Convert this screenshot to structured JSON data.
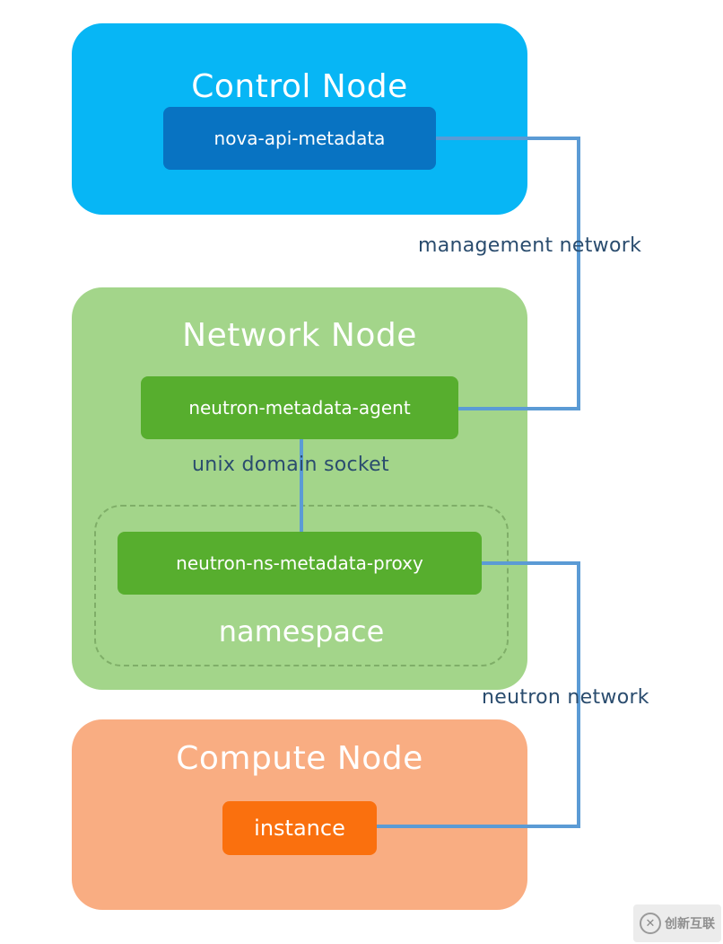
{
  "nodes": {
    "control": {
      "title": "Control Node",
      "color": "#07b6f5",
      "service": "nova-api-metadata",
      "service_color": "#0873c2"
    },
    "network": {
      "title": "Network Node",
      "color": "#a3d58a",
      "agent": "neutron-metadata-agent",
      "proxy": "neutron-ns-metadata-proxy",
      "namespace_label": "namespace",
      "service_color": "#57ae2e"
    },
    "compute": {
      "title": "Compute Node",
      "color": "#f9ad82",
      "service": "instance",
      "service_color": "#fa700e"
    }
  },
  "links": {
    "management": "management network",
    "unix": "unix domain socket",
    "neutron": "neutron network",
    "line_color": "#5b9bd5"
  },
  "watermark": {
    "logo_icon": "chuangxin-hulian-logo-icon",
    "text": "创新互联"
  }
}
